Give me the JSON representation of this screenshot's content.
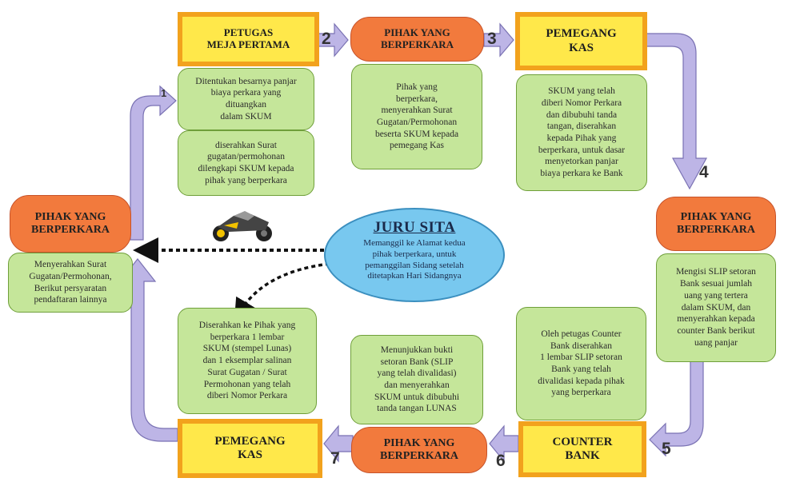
{
  "colors": {
    "box_fill": "#ffe84a",
    "box_border": "#f2a21d",
    "pill_fill": "#f27a3d",
    "note_fill": "#c5e69a",
    "note_border": "#6f9f3a",
    "arrow_fill": "#bdb5e6",
    "arrow_stroke": "#7a72b3",
    "oval_fill": "#78c8ef"
  },
  "icons": {
    "motorcycle": "motorcycle-icon"
  },
  "top_row": {
    "petugas": "PETUGAS\nMEJA PERTAMA",
    "pihak1": "PIHAK YANG\nBERPERKARA",
    "pemegang": "PEMEGANG\nKAS"
  },
  "right_col": {
    "pihak": "PIHAK YANG\nBERPERKARA"
  },
  "bottom_row": {
    "counter": "COUNTER\nBANK",
    "pihak": "PIHAK YANG\nBERPERKARA",
    "pemegang": "PEMEGANG\nKAS"
  },
  "left_col": {
    "pihak": "PIHAK YANG\nBERPERKARA"
  },
  "steps": [
    "1",
    "2",
    "3",
    "4",
    "5",
    "6",
    "7"
  ],
  "notes": {
    "n1": "Ditentukan besarnya panjar\nbiaya perkara yang\ndituangkan\ndalam SKUM",
    "n2": "diserahkan Surat\ngugatan/permohonan\ndilengkapi SKUM kepada\npihak yang berperkara",
    "n3": "Pihak yang\nberperkara,\nmenyerahkan Surat\nGugatan/Permohonan\nbeserta SKUM kepada\npemegang Kas",
    "n4": "SKUM yang telah\ndiberi Nomor Perkara\ndan dibubuhi tanda\ntangan, diserahkan\nkepada Pihak yang\nberperkara, untuk dasar\nmenyetorkan panjar\nbiaya perkara ke Bank",
    "n5": "Mengisi SLIP setoran\nBank sesuai jumlah\nuang yang tertera\ndalam SKUM, dan\nmenyerahkan kepada\ncounter Bank berikut\nuang panjar",
    "n6": "Oleh petugas Counter\nBank diserahkan\n1 lembar SLIP setoran\nBank yang telah\ndivalidasi kepada pihak\nyang berperkara",
    "n7": "Menunjukkan bukti\nsetoran Bank (SLIP\nyang telah divalidasi)\ndan menyerahkan\nSKUM untuk dibubuhi\ntanda tangan LUNAS",
    "n8": "Diserahkan ke Pihak yang\nberperkara 1 lembar\nSKUM (stempel Lunas)\ndan 1 eksemplar salinan\nSurat  Gugatan / Surat\nPermohonan yang telah\ndiberi Nomor Perkara",
    "n9": "Menyerahkan Surat\nGugatan/Permohonan,\nBerikut persyaratan\npendaftaran lainnya"
  },
  "juru_sita": {
    "title": "JURU SITA",
    "desc": "Memanggil ke Alamat kedua\npihak berperkara, untuk\npemanggilan Sidang setelah\nditetapkan Hari Sidangnya"
  }
}
